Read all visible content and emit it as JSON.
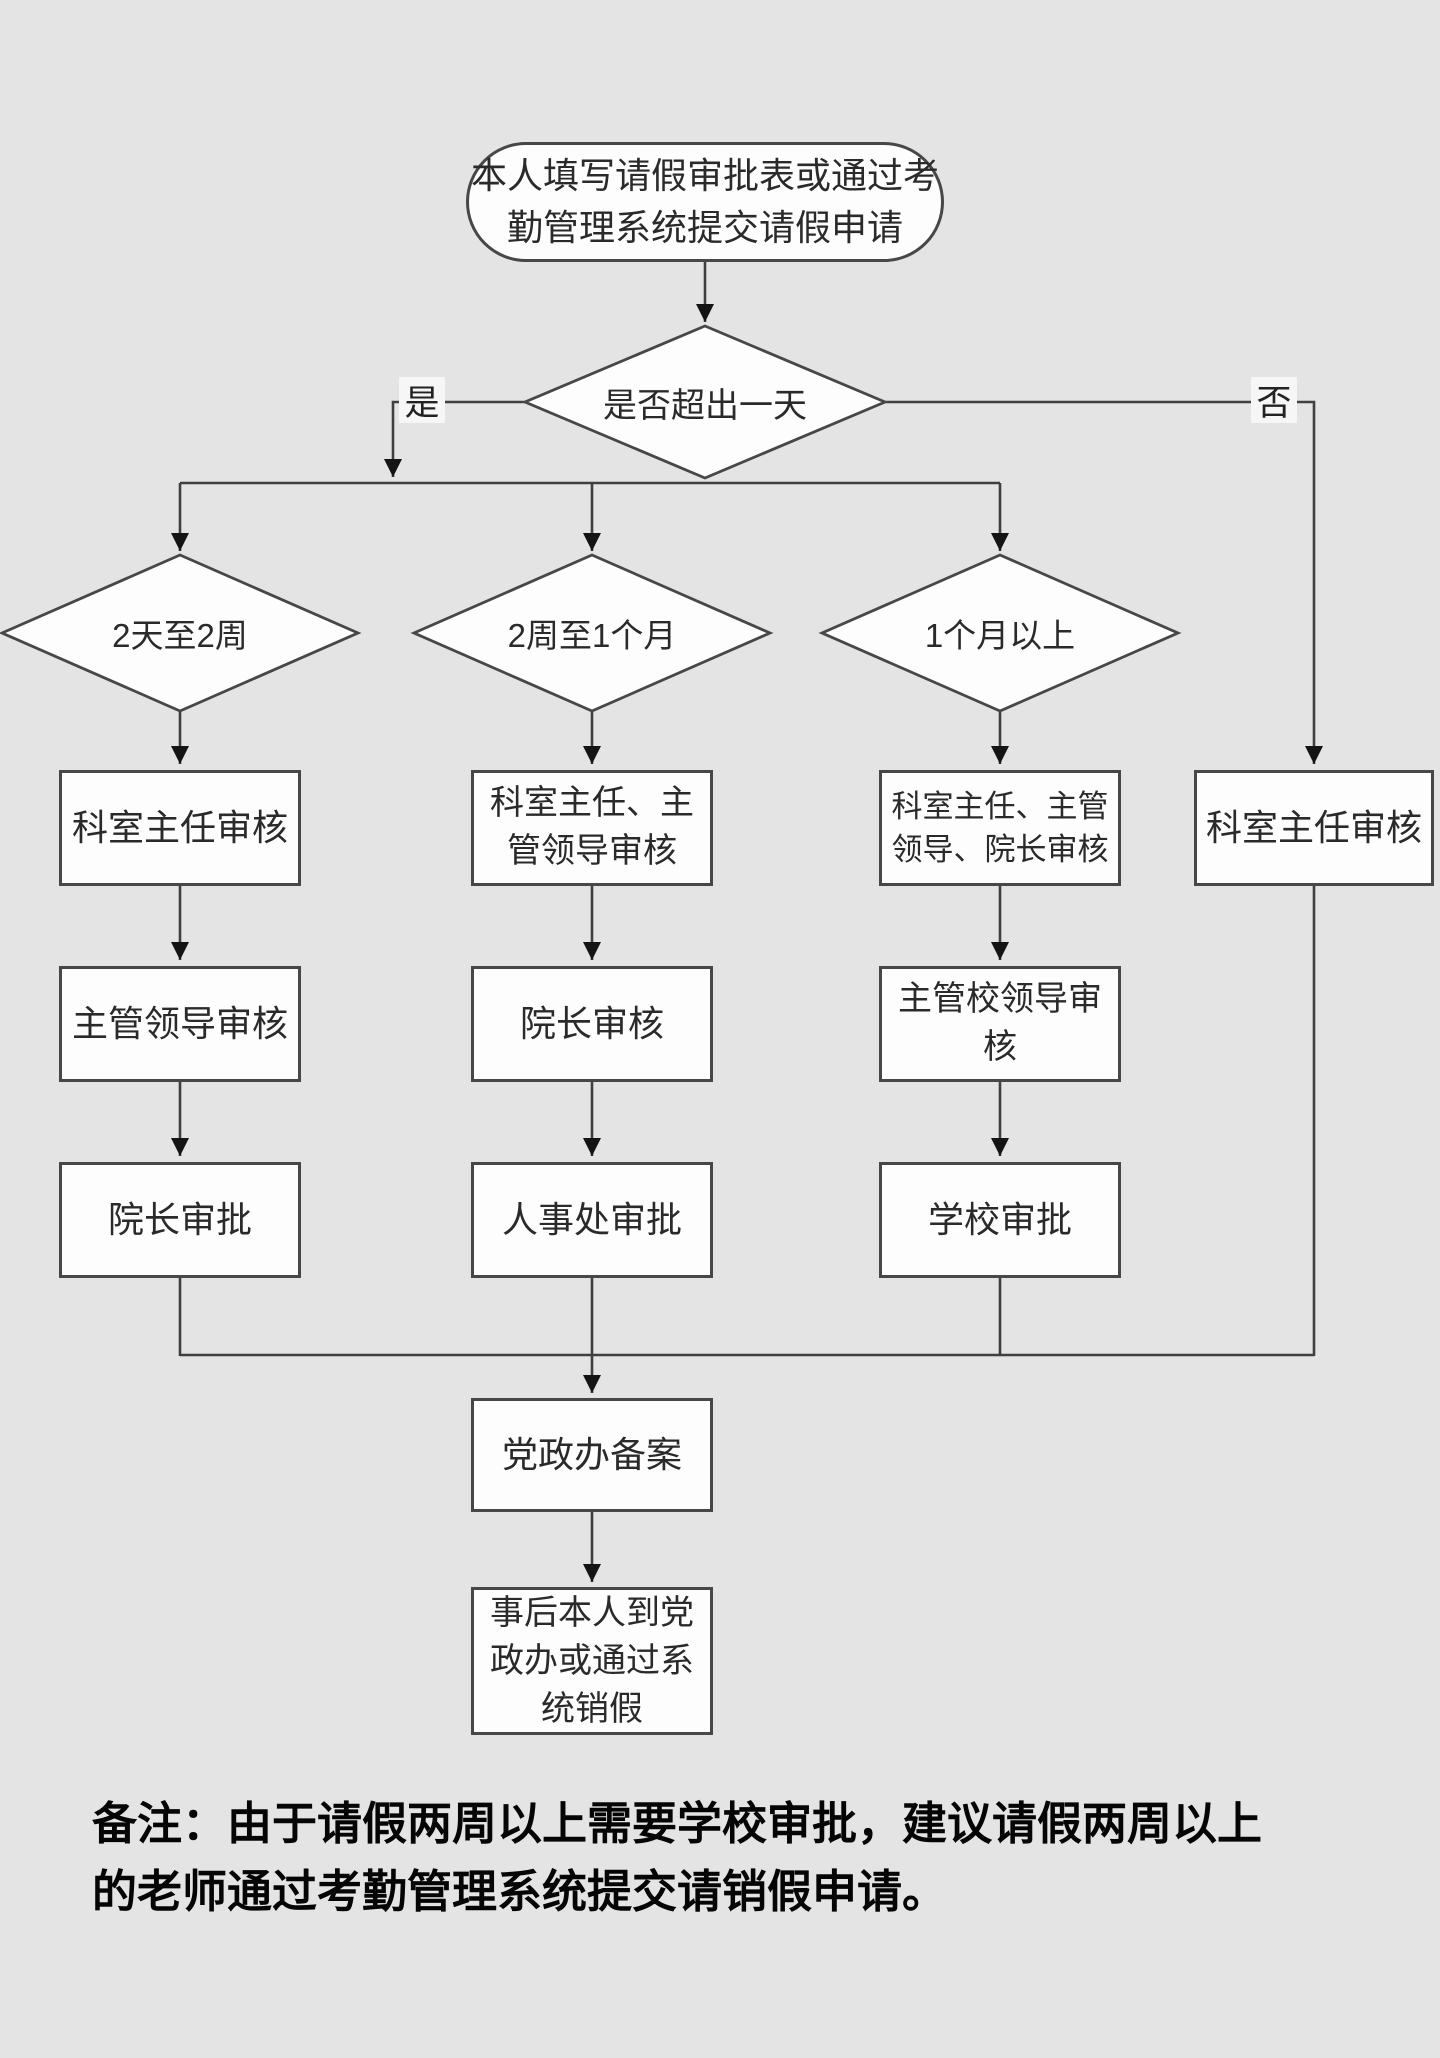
{
  "page": {
    "background_color": "#e4e4e4",
    "node_fill_color": "#fdfdfd",
    "line_color": "#3f3f3f"
  },
  "flow": {
    "start": "本人填写请假审批表或通过考\n勤管理系统提交请假申请",
    "decision": "是否超出一天",
    "yes_label": "是",
    "no_label": "否",
    "branches": [
      {
        "condition": "2天至2周",
        "steps": [
          "科室主任审核",
          "主管领导审核",
          "院长审批"
        ]
      },
      {
        "condition": "2周至1个月",
        "steps": [
          "科室主任、主\n管领导审核",
          "院长审核",
          "人事处审批"
        ]
      },
      {
        "condition": "1个月以上",
        "steps": [
          "科室主任、主管\n领导、院长审核",
          "主管校领导审\n核",
          "学校审批"
        ]
      }
    ],
    "no_branch_step": "科室主任审核",
    "record_step": "党政办备案",
    "closing_step": "事后本人到党\n政办或通过系\n统销假",
    "note": "备注：由于请假两周以上需要学校审批，建议请假两周以上\n的老师通过考勤管理系统提交请销假申请。"
  }
}
